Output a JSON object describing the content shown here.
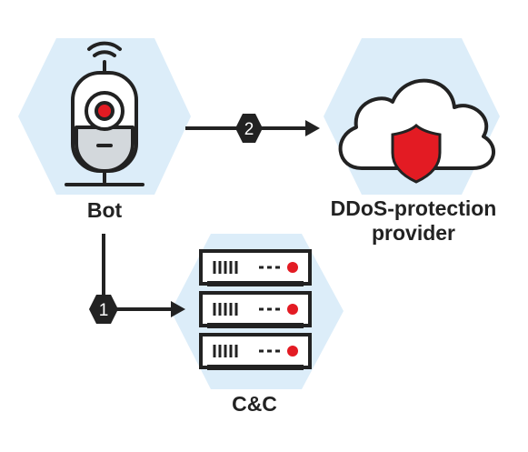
{
  "nodes": {
    "bot": {
      "label": "Bot",
      "icon": "camera-bot-icon"
    },
    "ddos": {
      "label_line1": "DDoS-protection",
      "label_line2": "provider",
      "icon": "cloud-shield-icon"
    },
    "cnc": {
      "label": "C&C",
      "icon": "server-stack-icon"
    }
  },
  "edges": {
    "to_cnc": {
      "badge": "1"
    },
    "to_ddos": {
      "badge": "2"
    }
  },
  "colors": {
    "hex_background": "#dcedf9",
    "outline": "#222222",
    "accent_red": "#e31b23",
    "camera_body": "#d3d8dc",
    "white": "#ffffff"
  }
}
